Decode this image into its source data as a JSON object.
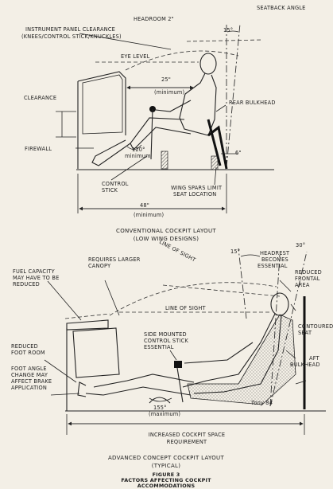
{
  "top": {
    "headroom": "HEADROOM 2\"",
    "seatback_angle": "SEATBACK ANGLE",
    "angle_15": "15°",
    "instrument_panel_1": "INSTRUMENT PANEL CLEARANCE",
    "instrument_panel_2": "(KNEES/CONTROL STICK/KNUCKLES)",
    "eye_level": "EYE LEVEL",
    "dim_25": "25\"",
    "dim_25_sub": "(minimum)",
    "clearance": "CLEARANCE",
    "rear_bulkhead": "REAR BULKHEAD",
    "firewall": "FIREWALL",
    "angle_120": "120°",
    "angle_120_sub": "minimum",
    "dim_6": "6\"",
    "control_stick_1": "CONTROL",
    "control_stick_2": "STICK",
    "wing_spars_1": "WING SPARS LIMIT",
    "wing_spars_2": "SEAT LOCATION",
    "dim_48": "48\"",
    "dim_48_sub": "(minimum)",
    "caption_1": "CONVENTIONAL COCKPIT LAYOUT",
    "caption_2": "(LOW WING DESIGNS)"
  },
  "bottom": {
    "angle_15": "15°",
    "angle_30": "30°",
    "headrest_1": "HEADREST",
    "headrest_2": "BECOMES",
    "headrest_3": "ESSENTIAL",
    "line_of_sight_diag": "LINE OF SIGHT",
    "reduced_frontal_1": "REDUCED",
    "reduced_frontal_2": "FRONTAL",
    "reduced_frontal_3": "AREA",
    "fuel_1": "FUEL CAPACITY",
    "fuel_2": "MAY HAVE TO BE",
    "fuel_3": "REDUCED",
    "canopy_1": "REQUIRES LARGER",
    "canopy_2": "CANOPY",
    "line_of_sight": "LINE OF  SIGHT",
    "contoured_1": "CONTOURED",
    "contoured_2": "SEAT",
    "side_stick_1": "SIDE  MOUNTED",
    "side_stick_2": "CONTROL STICK",
    "side_stick_3": "ESSENTIAL",
    "reduced_foot_1": "REDUCED",
    "reduced_foot_2": "FOOT ROOM",
    "aft_bulkhead_1": "AFT",
    "aft_bulkhead_2": "BULKHEAD",
    "foot_angle_1": "FOOT ANGLE",
    "foot_angle_2": "CHANGE MAY",
    "foot_angle_3": "AFFECT BRAKE",
    "foot_angle_4": "APPLICATION",
    "angle_155": "155°",
    "angle_155_sub": "(maximum)",
    "signature": "Tony 84",
    "space_1": "INCREASED COCKPIT SPACE",
    "space_2": "REQUIREMENT",
    "caption_1": "ADVANCED CONCEPT COCKPIT LAYOUT",
    "caption_2": "(TYPICAL)"
  },
  "figure": {
    "number": "FIGURE 3",
    "title_1": "FACTORS AFFECTING COCKPIT",
    "title_2": "ACCOMMODATIONS"
  }
}
